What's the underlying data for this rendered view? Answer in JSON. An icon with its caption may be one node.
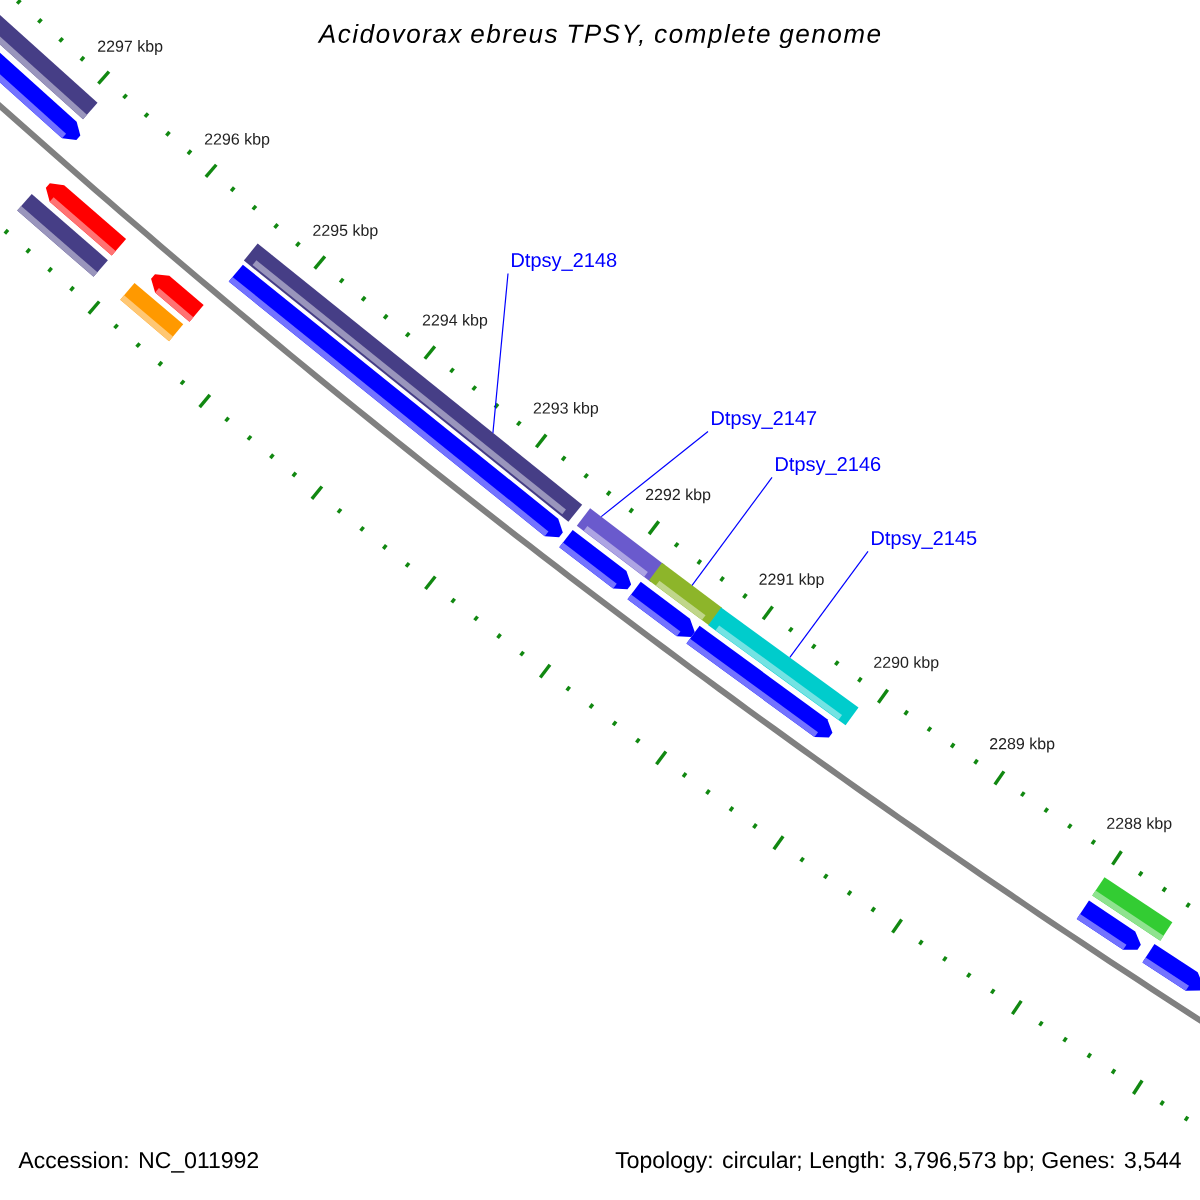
{
  "diagram": {
    "title": "Acidovorax ebreus TPSY, complete genome",
    "nodes": [
      {
        "text": [
          "Dtpsy_2148"
        ]
      },
      {
        "text": [
          "Dtpsy_2147"
        ]
      },
      {
        "text": [
          "Dtpsy_2146"
        ]
      },
      {
        "text": [
          "Dtpsy_2145"
        ]
      },
      {
        "text": [],
        "shape": "bar"
      },
      {
        "text": [],
        "shape": "bar"
      },
      {
        "text": [],
        "shape": "bar"
      },
      {
        "text": [],
        "shape": "bar"
      }
    ],
    "edges": [
      {
        "from": 0,
        "to": 4,
        "arrow": "none"
      },
      {
        "from": 1,
        "to": 5,
        "arrow": "none"
      },
      {
        "from": 2,
        "to": 6,
        "arrow": "none"
      },
      {
        "from": 3,
        "to": 7,
        "arrow": "none"
      }
    ],
    "labels": [
      "2297 kbp",
      "2296 kbp",
      "2295 kbp",
      "2294 kbp",
      "2293 kbp",
      "2292 kbp",
      "2291 kbp",
      "2290 kbp",
      "2289 kbp",
      "2288 kbp",
      "Accession: NC_011992",
      "Topology: circular; Length: 3,796,573 bp; Genes: 3,544"
    ]
  }
}
